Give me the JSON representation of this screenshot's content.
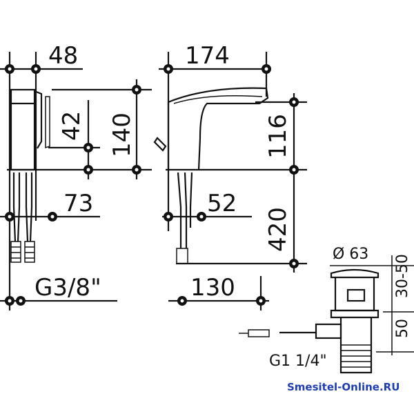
{
  "dimensions": {
    "side_width": "48",
    "side_upper": "42",
    "side_height": "140",
    "side_lower": "73",
    "thread": "G3/8\"",
    "front_width": "174",
    "front_height": "116",
    "front_lower": "52",
    "hose_length": "420",
    "base_offset": "130",
    "drain_diameter": "Ø 63",
    "drain_top": "30-50",
    "drain_body": "50",
    "drain_thread": "G1 1/4\""
  },
  "watermark": "Smesitel-Online.RU"
}
